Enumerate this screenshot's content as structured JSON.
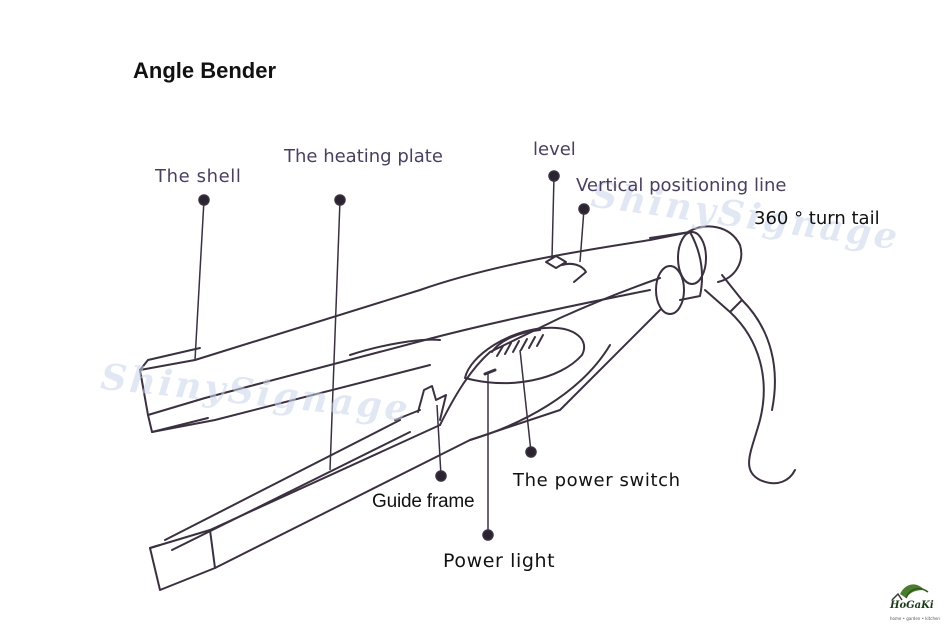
{
  "title": "Angle Bender",
  "labels": {
    "shell": "The shell",
    "heating_plate": "The heating plate",
    "level": "level",
    "vertical_line": "Vertical positioning line",
    "turn_tail": "360 ° turn tail",
    "power_switch": "The power switch",
    "guide_frame": "Guide frame",
    "power_light": "Power light"
  },
  "watermark": "ShinySignage",
  "logo": {
    "name": "HoGaKi",
    "tagline": "home • garden • kitchen"
  },
  "colors": {
    "line": "#3b3040",
    "label": "#4a3f5e",
    "watermark": "#c9d6ea"
  }
}
